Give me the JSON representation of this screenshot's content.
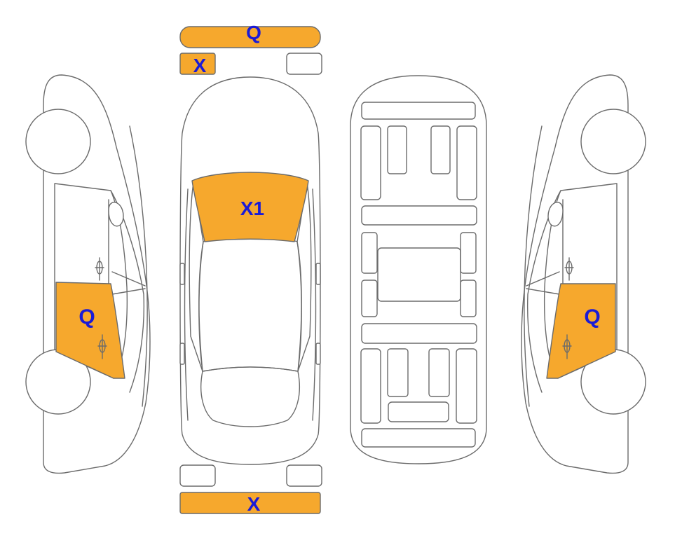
{
  "colors": {
    "damage_fill": "#f6a82d",
    "label_text": "#1b1bd6",
    "outline": "#6b6b6b",
    "background": "#ffffff"
  },
  "damage_marks": {
    "front_bumper": "Q",
    "front_left_headlight": "X",
    "windshield": "X1",
    "rear_bumper": "X",
    "left_rear_door": "Q",
    "right_rear_door": "Q"
  }
}
